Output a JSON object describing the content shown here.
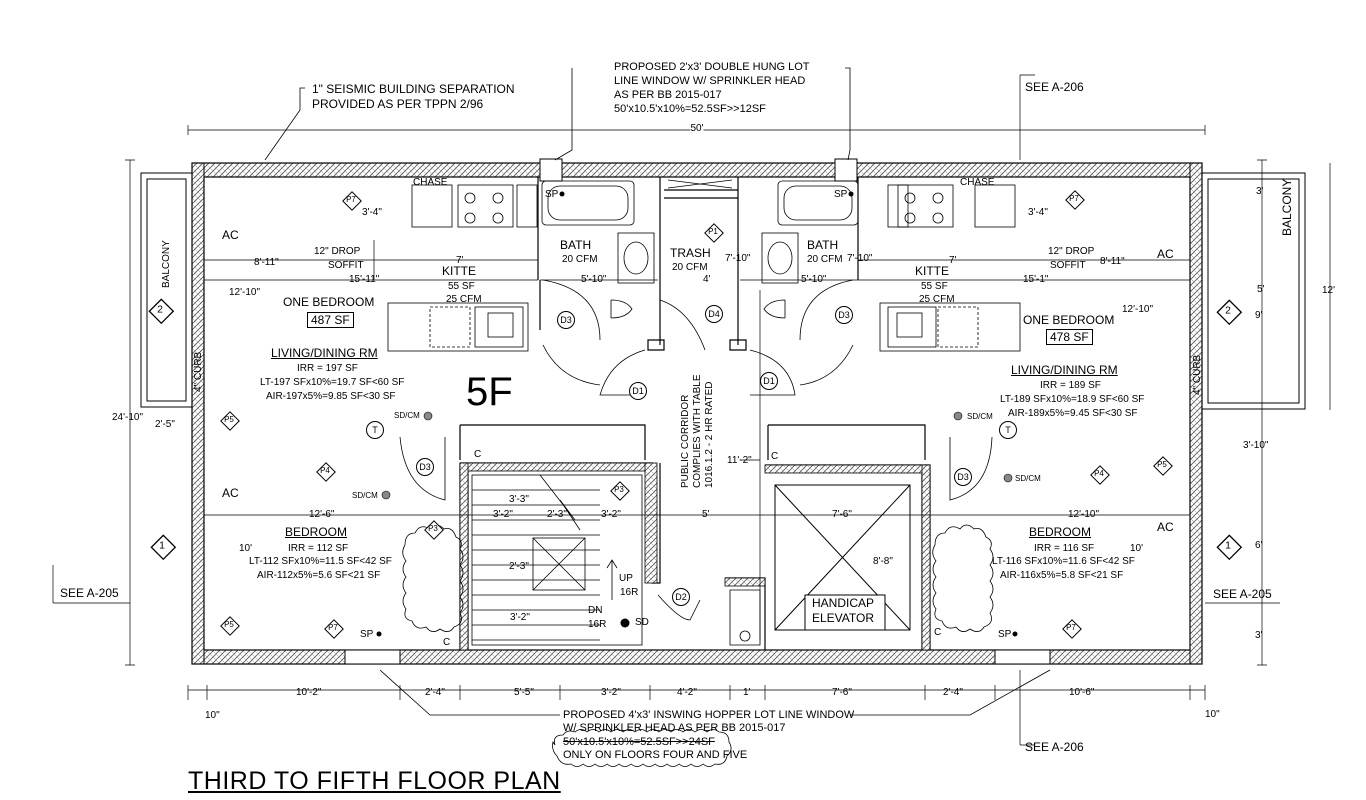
{
  "title": "THIRD TO FIFTH FLOOR PLAN",
  "floor_label": "5F",
  "notes": {
    "seismic_1": "1\" SEISMIC BUILDING SEPARATION",
    "seismic_2": "PROVIDED AS PER  TPPN 2/96",
    "win_top_1": "PROPOSED 2'x3' DOUBLE HUNG LOT",
    "win_top_2": "LINE WINDOW W/ SPRINKLER HEAD",
    "win_top_3": "AS PER BB 2015-017",
    "win_top_4": "50'x10.5'x10%=52.5SF>>12SF",
    "win_bot_1": "PROPOSED 4'x3' INSWING HOPPER LOT LINE WINDOW",
    "win_bot_2": "W/ SPRINKLER HEAD AS PER BB 2015-017",
    "win_bot_3": "50'x10.5'x10%=52.5SF>>24SF",
    "win_bot_4": "ONLY ON FLOORS FOUR AND FIVE",
    "corridor_1": "PUBLIC CORRIDOR",
    "corridor_2": "COMPLIES WITH TABLE",
    "corridor_3": "1016.1.2 - 2 HR RATED"
  },
  "refs": {
    "see_a206_top": "SEE A-206",
    "see_a206_bot": "SEE A-206",
    "see_a205_left": "SEE A-205",
    "see_a205_right": "SEE A-205"
  },
  "labels": {
    "balcony_left": "BALCONY",
    "balcony_right": "BALCONY",
    "curb_left": "4\" CURB",
    "curb_right": "4\" CURB",
    "chase_left": "CHASE",
    "chase_right": "CHASE",
    "drop_left_1": "12\" DROP",
    "drop_left_2": "SOFFIT",
    "drop_right_1": "12\" DROP",
    "drop_right_2": "SOFFIT",
    "ac_1": "AC",
    "ac_2": "AC",
    "ac_3": "AC",
    "ac_4": "AC",
    "sp_1": "SP",
    "sp_2": "SP",
    "sp_3": "SP",
    "sp_4": "SP",
    "sdcm_1": "SD/CM",
    "sdcm_2": "SD/CM",
    "sdcm_3": "SD/CM",
    "sdcm_4": "SD/CM",
    "sd": "SD",
    "c_1": "C",
    "c_2": "C",
    "c_3": "C",
    "c_4": "C",
    "up": "UP",
    "up_r": "16R",
    "dn": "DN",
    "dn_r": "16R",
    "elevator_1": "HANDICAP",
    "elevator_2": "ELEVATOR"
  },
  "rooms": {
    "bath_left": {
      "name": "BATH",
      "cfm": "20 CFM"
    },
    "bath_right": {
      "name": "BATH",
      "cfm": "20 CFM"
    },
    "trash": {
      "name": "TRASH",
      "cfm": "20 CFM"
    },
    "kitchen_left": {
      "name": "KITTE",
      "area": "55 SF",
      "cfm": "25 CFM"
    },
    "kitchen_right": {
      "name": "KITTE",
      "area": "55 SF",
      "cfm": "25 CFM"
    },
    "unit_left": {
      "name": "ONE BEDROOM",
      "area": "487 SF"
    },
    "unit_right": {
      "name": "ONE BEDROOM",
      "area": "478 SF"
    },
    "living_left": {
      "name": "LIVING/DINING RM",
      "irr": "IRR = 197 SF",
      "lt": "LT-197 SFx10%=19.7 SF<60 SF",
      "air": "AIR-197x5%=9.85 SF<30 SF"
    },
    "living_right": {
      "name": "LIVING/DINING RM",
      "irr": "IRR = 189 SF",
      "lt": "LT-189 SFx10%=18.9 SF<60 SF",
      "air": "AIR-189x5%=9.45 SF<30 SF"
    },
    "bed_left": {
      "name": "BEDROOM",
      "irr": "IRR = 112 SF",
      "lt": "LT-112 SFx10%=11.5 SF<42 SF",
      "air": "AIR-112x5%=5.6 SF<21 SF"
    },
    "bed_right": {
      "name": "BEDROOM",
      "irr": "IRR = 116 SF",
      "lt": "LT-116 SFx10%=11.6 SF<42 SF",
      "air": "AIR-116x5%=5.8 SF<21 SF"
    }
  },
  "tags": {
    "p7a": "P7",
    "p7b": "P7",
    "p7c": "P7",
    "p7d": "P7",
    "p5a": "P5",
    "p5b": "P5",
    "p5c": "P5",
    "p4a": "P4",
    "p4b": "P4",
    "p3a": "P3",
    "p3b": "P3",
    "p1": "P1",
    "n2a": "2",
    "n2b": "2",
    "n1a": "1",
    "n1b": "1",
    "d1a": "D1",
    "d1b": "D1",
    "d2": "D2",
    "d3a": "D3",
    "d3b": "D3",
    "d3c": "D3",
    "d3d": "D3",
    "d4": "D4",
    "t1": "T",
    "t2": "T"
  },
  "dims": {
    "overall_top": "50'",
    "l_8_11": "8'-11\"",
    "l_7": "7'",
    "l_15_11": "15'-11\"",
    "l_3_4": "3'-4\"",
    "l_12_10": "12'-10\"",
    "l_5_10a": "5'-10\"",
    "l_4": "4'",
    "l_5_10b": "5'-10\"",
    "l_7_10a": "7'-10\"",
    "l_7_10b": "7'-10\"",
    "r_3_4": "3'-4\"",
    "r_7": "7'",
    "r_8_11": "8'-11\"",
    "r_15_1": "15'-1\"",
    "r_12_10": "12'-10\"",
    "l_24_10": "24'-10\"",
    "l_2_5": "2'-5\"",
    "l_12_6": "12'-6\"",
    "l_10": "10'",
    "c_3_3": "3'-3\"",
    "c_3_2a": "3'-2\"",
    "c_2_3": "2'-3\"",
    "c_3_2b": "3'-2\"",
    "c_5": "5'",
    "c_2_3b": "2'-3\"",
    "c_3_2c": "3'-2\"",
    "c_11_2": "11'-2\"",
    "r_7_6": "7'-6\"",
    "r_8_8": "8'-8\"",
    "r_12_10b": "12'-10\"",
    "r_10": "10'",
    "r_3": "3'",
    "r_5": "5'",
    "r_9": "9'",
    "r_12": "12'",
    "r_3_10": "3'-10\"",
    "r_6": "6'",
    "r_3b": "3'",
    "b_10_2": "10'-2\"",
    "b_2_4a": "2'-4\"",
    "b_5_5": "5'-5\"",
    "b_3_2": "3'-2\"",
    "b_4_2": "4'-2\"",
    "b_1": "1'",
    "b_7_6": "7'-6\"",
    "b_2_4b": "2'-4\"",
    "b_10_6": "10'-6\"",
    "b_10_l": "10\"",
    "b_10_r": "10\""
  }
}
